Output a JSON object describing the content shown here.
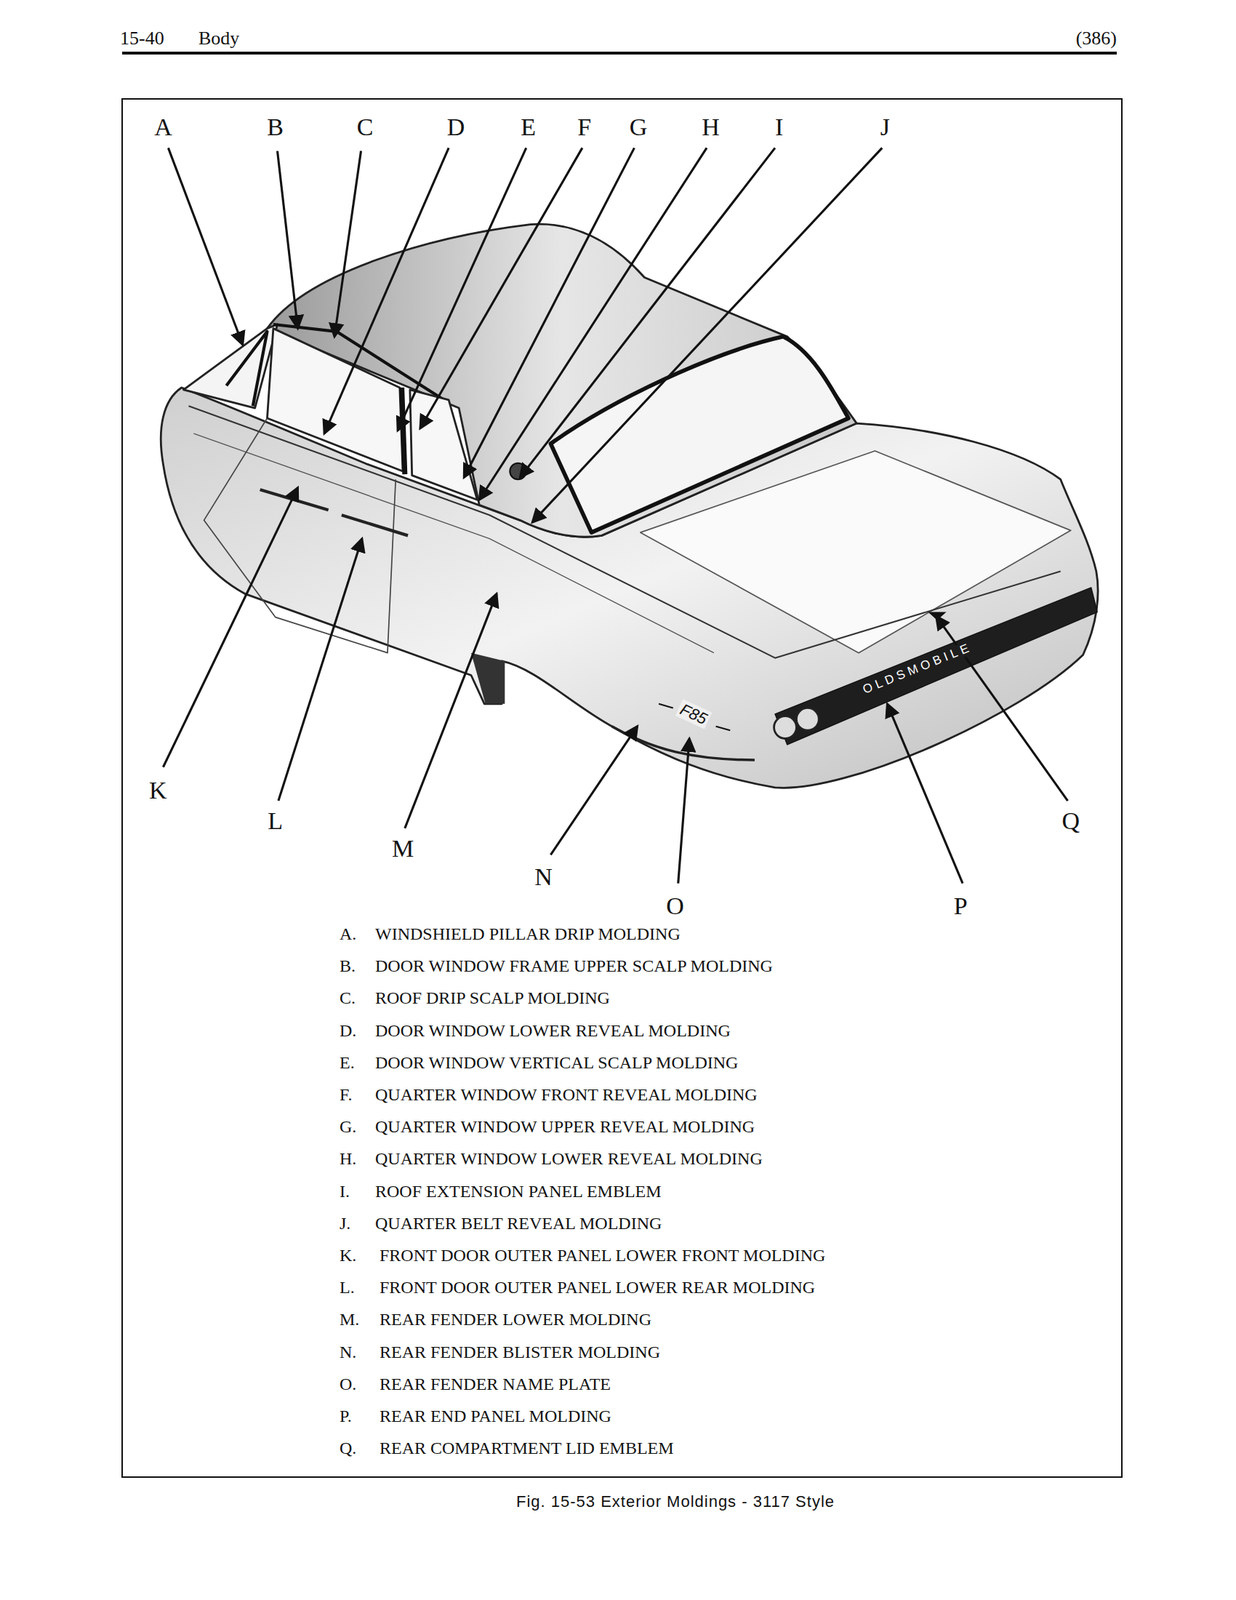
{
  "diagram": {
    "caption": "Fig. 15-53 Exterior Moldings - 3117 Style",
    "labels": [
      "15-40",
      "Body",
      "(386)",
      "A",
      "B",
      "C",
      "D",
      "E",
      "F",
      "G",
      "H",
      "I",
      "J",
      "K",
      "L",
      "M",
      "N",
      "O",
      "P",
      "Q",
      "F85",
      "OLDSMOBILE",
      "A.",
      "WINDSHIELD PILLAR DRIP MOLDING",
      "B.",
      "DOOR WINDOW FRAME UPPER SCALP MOLDING",
      "C.",
      "ROOF DRIP SCALP MOLDING",
      "D.",
      "DOOR WINDOW LOWER REVEAL MOLDING",
      "E.",
      "DOOR WINDOW VERTICAL SCALP MOLDING",
      "F.",
      "QUARTER WINDOW FRONT REVEAL MOLDING",
      "G.",
      "QUARTER WINDOW UPPER REVEAL MOLDING",
      "H.",
      "QUARTER WINDOW LOWER REVEAL MOLDING",
      "I.",
      "ROOF EXTENSION PANEL EMBLEM",
      "J.",
      "QUARTER BELT REVEAL MOLDING",
      "K.",
      "FRONT DOOR OUTER PANEL LOWER FRONT MOLDING",
      "L.",
      "FRONT DOOR OUTER PANEL LOWER REAR MOLDING",
      "M.",
      "REAR FENDER LOWER MOLDING",
      "N.",
      "REAR FENDER BLISTER MOLDING",
      "O.",
      "REAR FENDER NAME PLATE",
      "P.",
      "REAR END PANEL MOLDING",
      "Q.",
      "REAR COMPARTMENT LID EMBLEM"
    ]
  }
}
